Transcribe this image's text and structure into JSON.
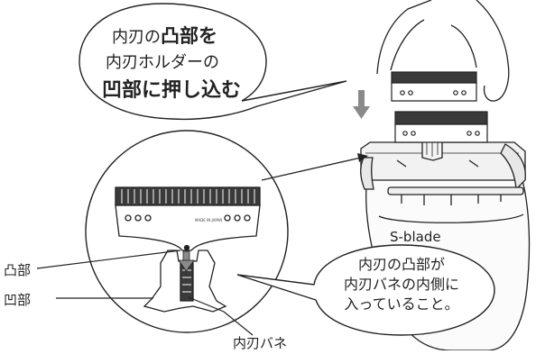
{
  "callout_top": {
    "line1_prefix": "内刃の",
    "line1_bold": "凸部を",
    "line2": "内刃ホルダーの",
    "line3": "凹部に押し込む"
  },
  "callout_bottom": {
    "line1": "内刃の凸部が",
    "line2": "内刃バネの内側に",
    "line3": "入っていること。"
  },
  "labels": {
    "convex": "凸部",
    "concave": "凹部",
    "spring": "内刃バネ"
  },
  "device": {
    "brand": "S-blade",
    "blade_stamp": "MADE IN JAPAN"
  },
  "icons": [
    "down-arrow-icon"
  ]
}
